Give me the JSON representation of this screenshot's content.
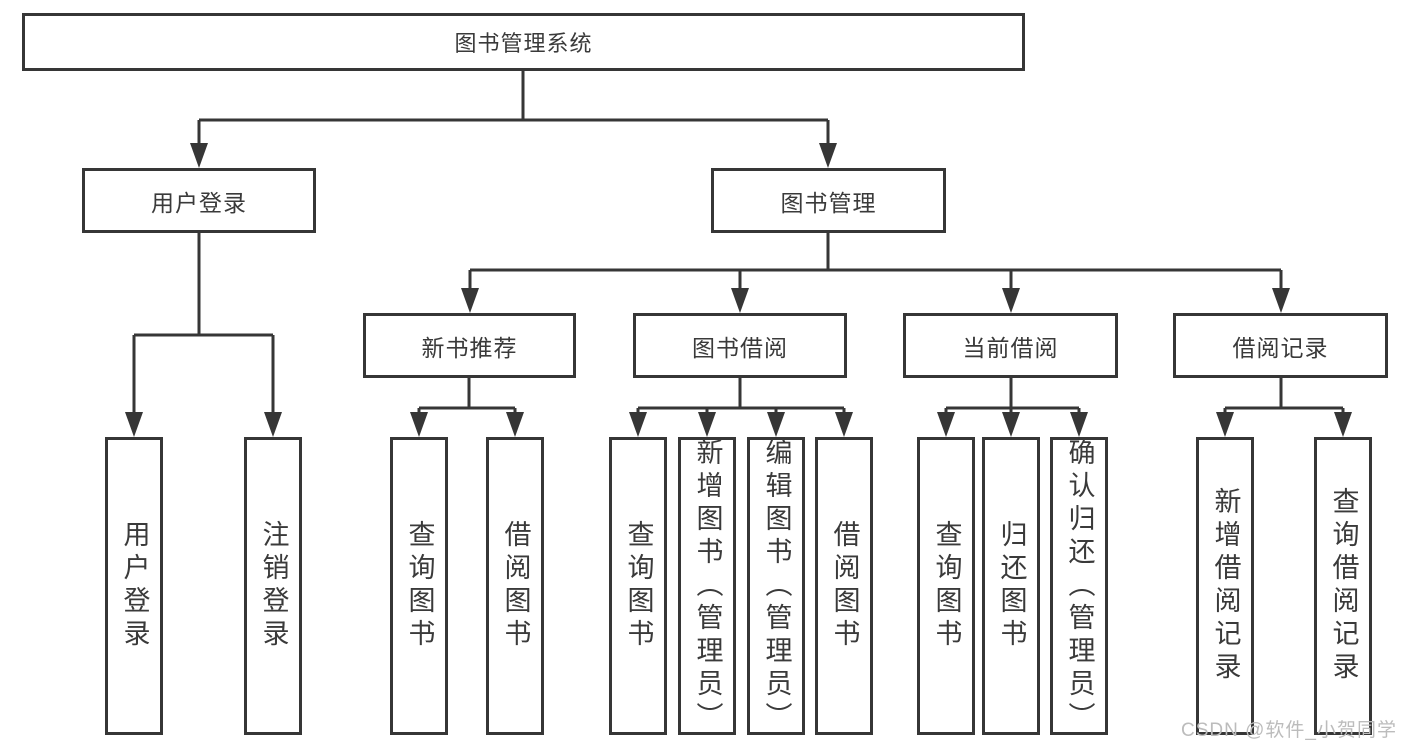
{
  "diagram": {
    "root": {
      "label": "图书管理系统"
    },
    "branches": [
      {
        "label": "用户登录",
        "children": [
          {
            "label": "用户登录"
          },
          {
            "label": "注销登录"
          }
        ]
      },
      {
        "label": "图书管理",
        "children": [
          {
            "label": "新书推荐",
            "children": [
              {
                "label": "查询图书"
              },
              {
                "label": "借阅图书"
              }
            ]
          },
          {
            "label": "图书借阅",
            "children": [
              {
                "label": "查询图书"
              },
              {
                "label": "新增图书（管理员）"
              },
              {
                "label": "编辑图书（管理员）"
              },
              {
                "label": "借阅图书"
              }
            ]
          },
          {
            "label": "当前借阅",
            "children": [
              {
                "label": "查询图书"
              },
              {
                "label": "归还图书"
              },
              {
                "label": "确认归还（管理员）"
              }
            ]
          },
          {
            "label": "借阅记录",
            "children": [
              {
                "label": "新增借阅记录"
              },
              {
                "label": "查询借阅记录"
              }
            ]
          }
        ]
      }
    ]
  },
  "watermark": {
    "label": "CSDN @软件_小贺同学"
  },
  "colors": {
    "line": "#363636",
    "text": "#3a3a3a",
    "watermark": "#bcbcbc",
    "background": "#ffffff"
  }
}
